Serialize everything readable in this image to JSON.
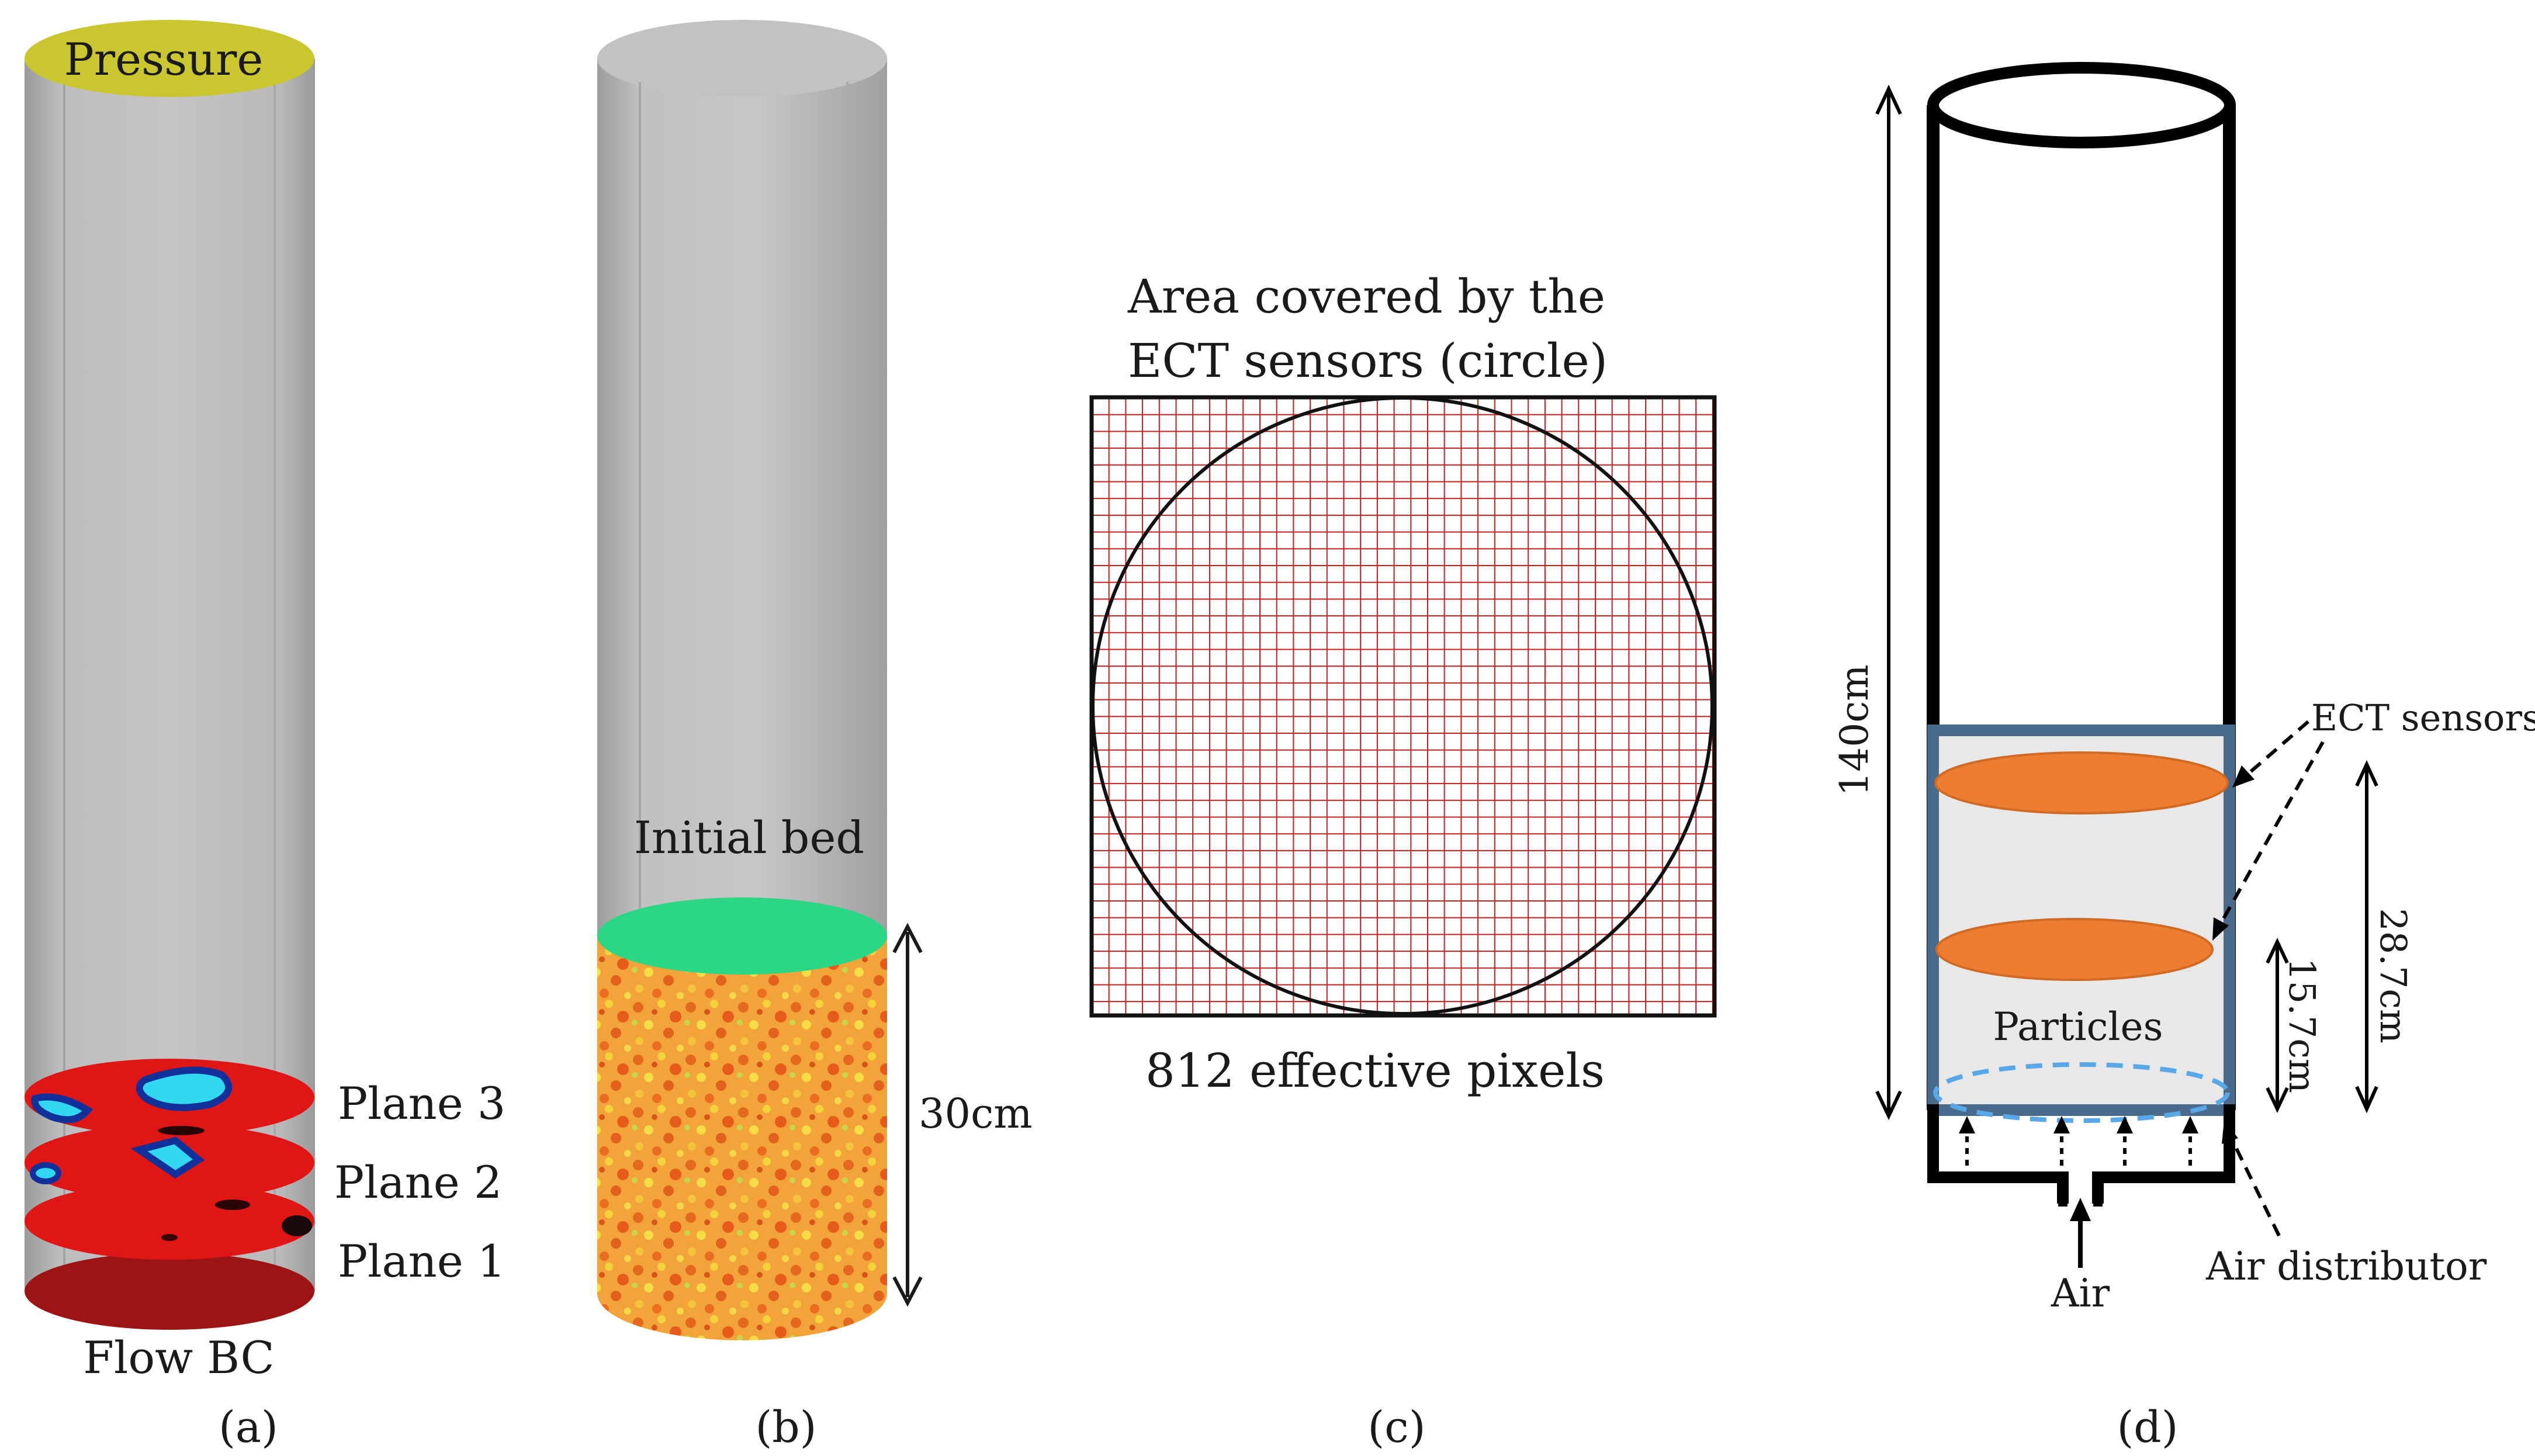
{
  "panel_a": {
    "top_label": "Pressure",
    "plane_labels": [
      "Plane 3",
      "Plane 2",
      "Plane 1"
    ],
    "bottom_label": "Flow BC",
    "caption": "(a)"
  },
  "panel_b": {
    "bed_label": "Initial bed",
    "height_label": "30cm",
    "caption": "(b)"
  },
  "panel_c": {
    "title_line1": "Area covered by the",
    "title_line2": "ECT sensors (circle)",
    "footer": "812 effective pixels",
    "caption": "(c)"
  },
  "panel_d": {
    "height_total": "140cm",
    "sensors_label": "ECT sensors",
    "particles_label": "Particles",
    "sensor_spacing": "15.7cm",
    "sensor_zone": "28.7cm",
    "air_label": "Air",
    "distributor_label": "Air distributor",
    "caption": "(d)"
  },
  "colors": {
    "column_gray": "#b4b4b4",
    "pressure_top": "#c9c62f",
    "plane_red": "#e01616",
    "flow_bc": "#9c1414",
    "blob_cyan": "#32d7f2",
    "bed_top_green": "#2bd784",
    "bed_orange": "#f0a23a",
    "grid_red": "#c41e1e",
    "sensor_orange": "#ed7d31",
    "frame_blue": "#4a6a8c",
    "distributor_dashed": "#5aa7e8"
  }
}
